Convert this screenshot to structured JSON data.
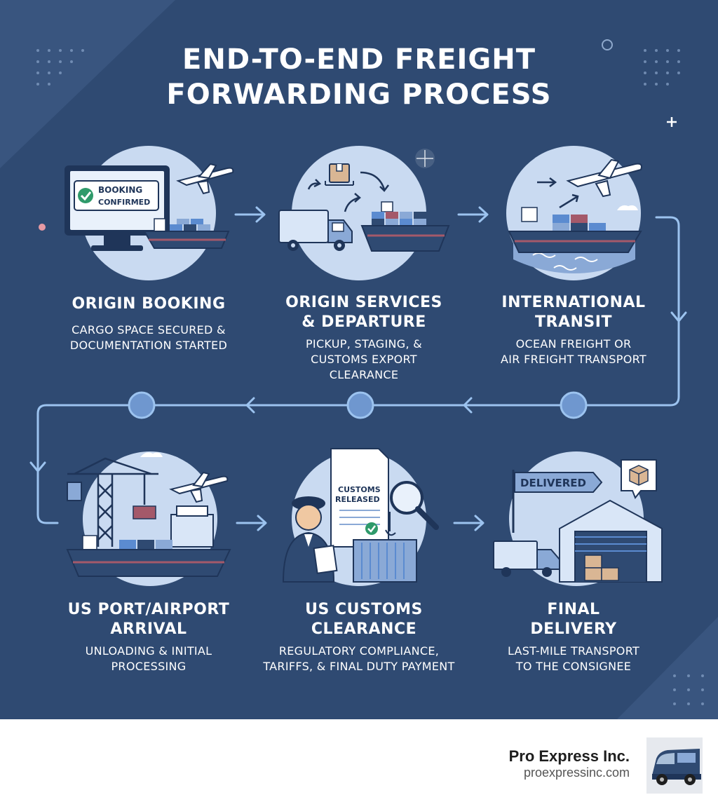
{
  "title": {
    "line1": "END-TO-END FREIGHT",
    "line2": "FORWARDING PROCESS"
  },
  "steps": [
    {
      "heading": [
        "ORIGIN BOOKING"
      ],
      "description": [
        "CARGO SPACE SECURED &",
        "DOCUMENTATION STARTED"
      ],
      "screen_badge": [
        "BOOKING",
        "CONFIRMED"
      ]
    },
    {
      "heading": [
        "ORIGIN SERVICES",
        "& DEPARTURE"
      ],
      "description": [
        "PICKUP, STAGING, &",
        "CUSTOMS EXPORT",
        "CLEARANCE"
      ]
    },
    {
      "heading": [
        "INTERNATIONAL",
        "TRANSIT"
      ],
      "description": [
        "OCEAN FREIGHT OR",
        "AIR FREIGHT TRANSPORT"
      ]
    },
    {
      "heading": [
        "US PORT/AIRPORT",
        "ARRIVAL"
      ],
      "description": [
        "UNLOADING & INITIAL",
        "PROCESSING"
      ]
    },
    {
      "heading": [
        "US CUSTOMS",
        "CLEARANCE"
      ],
      "description": [
        "REGULATORY COMPLIANCE,",
        "TARIFFS, & FINAL DUTY PAYMENT"
      ],
      "document_badge": [
        "CUSTOMS",
        "RELEASED"
      ]
    },
    {
      "heading": [
        "FINAL",
        "DELIVERY"
      ],
      "description": [
        "LAST-MILE TRANSPORT",
        "TO THE CONSIGNEE"
      ],
      "flag_label": "DELIVERED"
    }
  ],
  "footer": {
    "company": "Pro Express Inc.",
    "website": "proexpressinc.com"
  },
  "colors": {
    "background": "#2f4a72",
    "circle_fill": "#c9daf1",
    "accent_blue": "#5b8bd0",
    "flow_line": "#9cc3ef",
    "text": "#ffffff",
    "check_green": "#2f9a6a"
  }
}
